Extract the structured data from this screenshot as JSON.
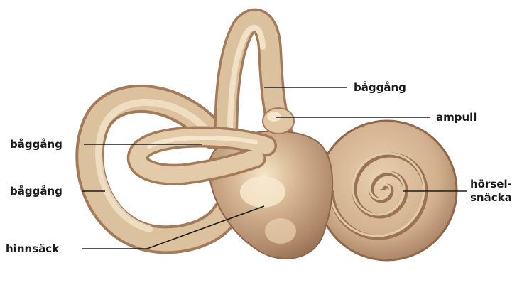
{
  "diagram": {
    "labels": {
      "semicircular_canal_top": "båggång",
      "ampulla": "ampull",
      "semicircular_canal_left_upper": "båggång",
      "semicircular_canal_left_lower": "båggång",
      "cochlea_line1": "hörsel-",
      "cochlea_line2": "snäcka",
      "vestibule": "hinnsäck"
    },
    "colors": {
      "structure_fill": "#ddc3a2",
      "structure_light": "#f2e2c8",
      "structure_shadow": "#a37b5b",
      "vestibule_fill": "#c29f80",
      "vestibule_dark": "#8f674b",
      "leader_line": "#1b1b1b"
    }
  }
}
